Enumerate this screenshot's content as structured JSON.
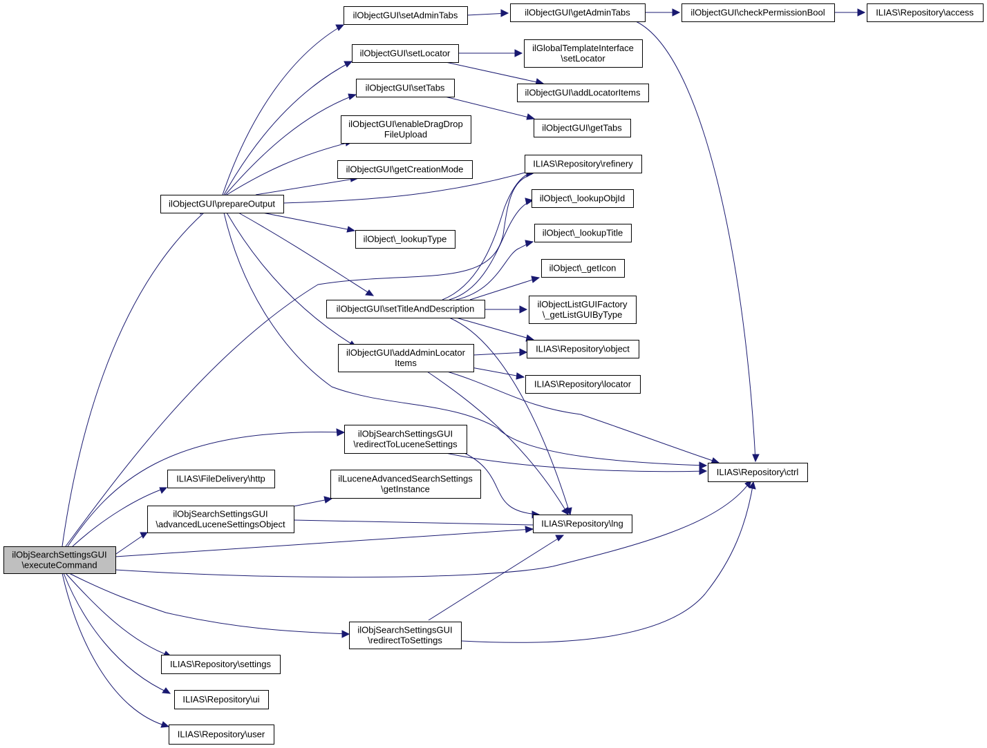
{
  "diagram": {
    "nodes": [
      {
        "id": "root",
        "lines": [
          "ilObjSearchSettingsGUI",
          "\\executeCommand"
        ],
        "root": true
      },
      {
        "id": "prepareOutput",
        "lines": [
          "ilObjectGUI\\prepareOutput"
        ]
      },
      {
        "id": "setAdminTabs",
        "lines": [
          "ilObjectGUI\\setAdminTabs"
        ]
      },
      {
        "id": "getAdminTabs",
        "lines": [
          "ilObjectGUI\\getAdminTabs"
        ]
      },
      {
        "id": "checkPermissionBool",
        "lines": [
          "ilObjectGUI\\checkPermissionBool"
        ]
      },
      {
        "id": "access",
        "lines": [
          "ILIAS\\Repository\\access"
        ]
      },
      {
        "id": "setLocator",
        "lines": [
          "ilObjectGUI\\setLocator"
        ]
      },
      {
        "id": "tplSetLocator",
        "lines": [
          "ilGlobalTemplateInterface",
          "\\setLocator"
        ]
      },
      {
        "id": "addLocatorItems",
        "lines": [
          "ilObjectGUI\\addLocatorItems"
        ]
      },
      {
        "id": "setTabs",
        "lines": [
          "ilObjectGUI\\setTabs"
        ]
      },
      {
        "id": "getTabs",
        "lines": [
          "ilObjectGUI\\getTabs"
        ]
      },
      {
        "id": "enableDragDrop",
        "lines": [
          "ilObjectGUI\\enableDragDrop",
          "FileUpload"
        ]
      },
      {
        "id": "getCreationMode",
        "lines": [
          "ilObjectGUI\\getCreationMode"
        ]
      },
      {
        "id": "refinery",
        "lines": [
          "ILIAS\\Repository\\refinery"
        ]
      },
      {
        "id": "lookupObjId",
        "lines": [
          "ilObject\\_lookupObjId"
        ]
      },
      {
        "id": "lookupType",
        "lines": [
          "ilObject\\_lookupType"
        ]
      },
      {
        "id": "lookupTitle",
        "lines": [
          "ilObject\\_lookupTitle"
        ]
      },
      {
        "id": "getIcon",
        "lines": [
          "ilObject\\_getIcon"
        ]
      },
      {
        "id": "setTitleAndDescription",
        "lines": [
          "ilObjectGUI\\setTitleAndDescription"
        ]
      },
      {
        "id": "listGUIFactory",
        "lines": [
          "ilObjectListGUIFactory",
          "\\_getListGUIByType"
        ]
      },
      {
        "id": "addAdminLocatorItems",
        "lines": [
          "ilObjectGUI\\addAdminLocator",
          "Items"
        ]
      },
      {
        "id": "object",
        "lines": [
          "ILIAS\\Repository\\object"
        ]
      },
      {
        "id": "locator",
        "lines": [
          "ILIAS\\Repository\\locator"
        ]
      },
      {
        "id": "redirectToLucene",
        "lines": [
          "ilObjSearchSettingsGUI",
          "\\redirectToLuceneSettings"
        ]
      },
      {
        "id": "ctrl",
        "lines": [
          "ILIAS\\Repository\\ctrl"
        ]
      },
      {
        "id": "http",
        "lines": [
          "ILIAS\\FileDelivery\\http"
        ]
      },
      {
        "id": "luceneGetInstance",
        "lines": [
          "ilLuceneAdvancedSearchSettings",
          "\\getInstance"
        ]
      },
      {
        "id": "advancedLucene",
        "lines": [
          "ilObjSearchSettingsGUI",
          "\\advancedLuceneSettingsObject"
        ]
      },
      {
        "id": "lng",
        "lines": [
          "ILIAS\\Repository\\lng"
        ]
      },
      {
        "id": "redirectToSettings",
        "lines": [
          "ilObjSearchSettingsGUI",
          "\\redirectToSettings"
        ]
      },
      {
        "id": "settings",
        "lines": [
          "ILIAS\\Repository\\settings"
        ]
      },
      {
        "id": "ui",
        "lines": [
          "ILIAS\\Repository\\ui"
        ]
      },
      {
        "id": "user",
        "lines": [
          "ILIAS\\Repository\\user"
        ]
      }
    ]
  }
}
